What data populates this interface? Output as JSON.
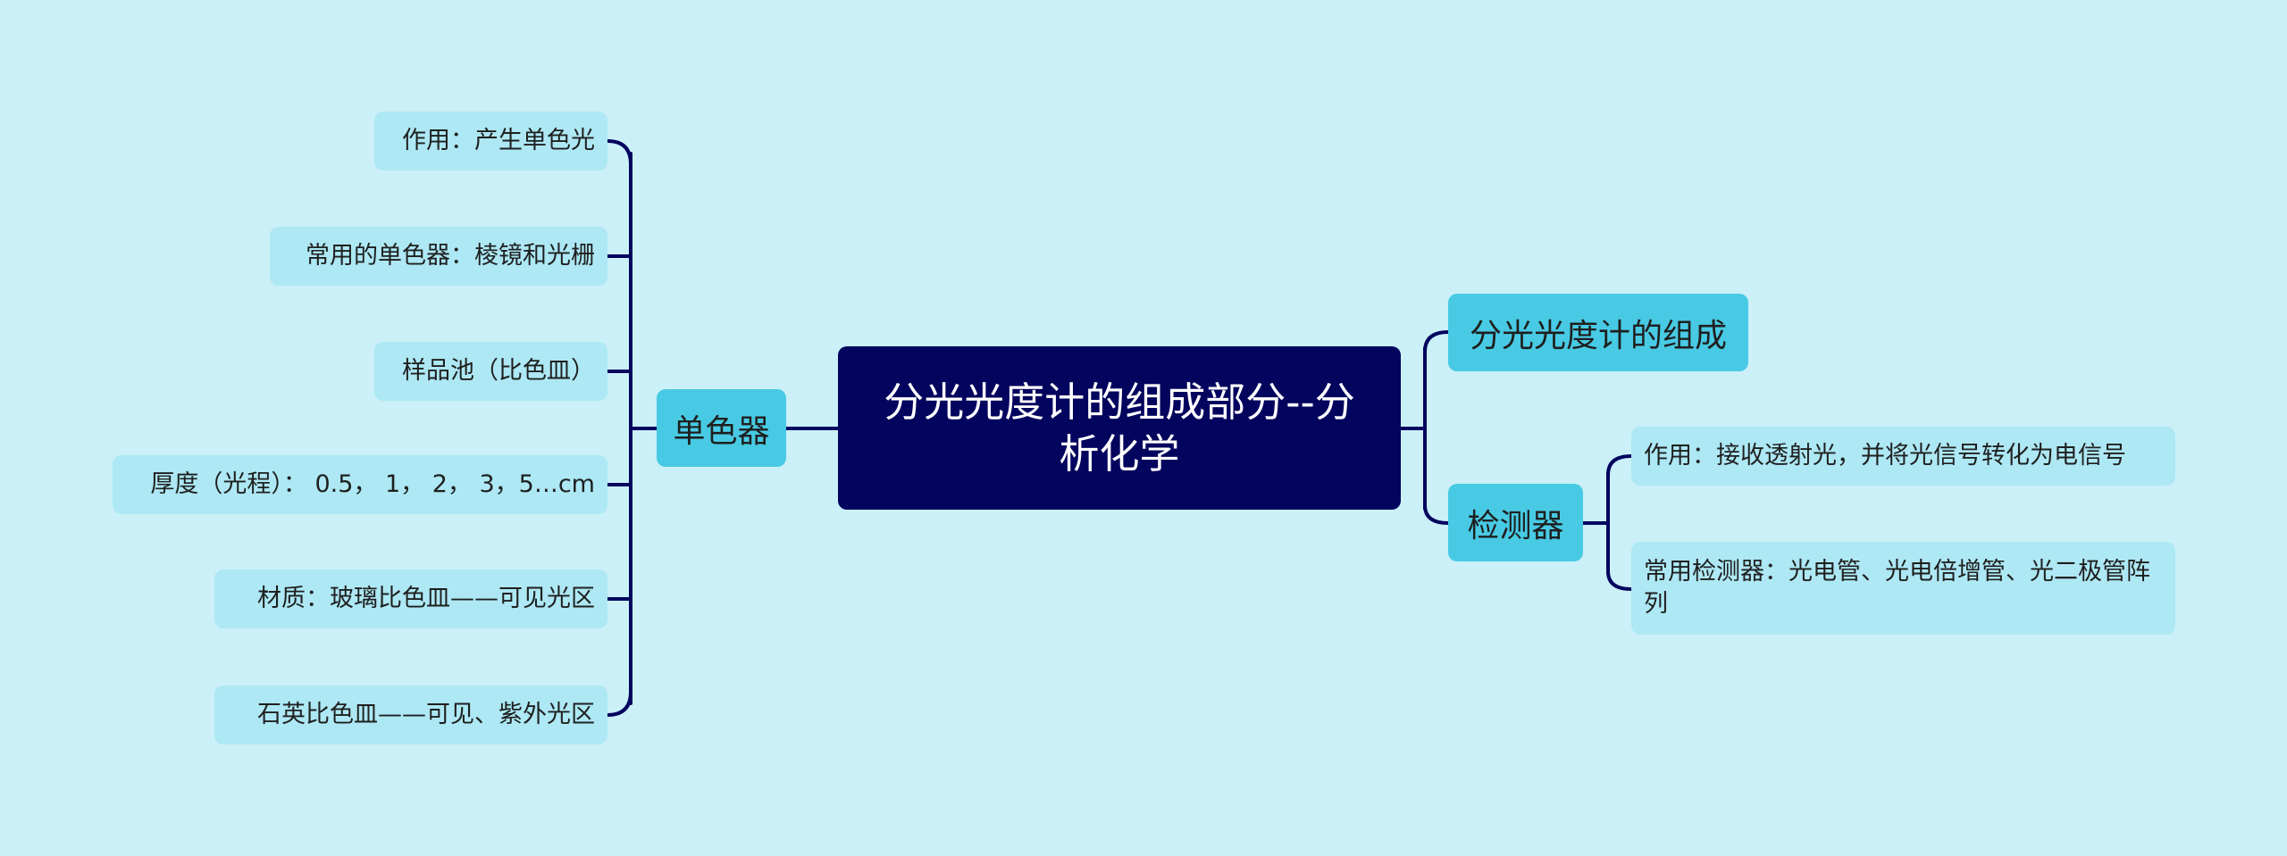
{
  "title": "分光光度计的组成部分--分析化学",
  "branches": {
    "left": {
      "label": "单色器",
      "children": [
        "作用：产生单色光",
        "常用的单色器：棱镜和光栅",
        "样品池（比色皿）",
        "厚度（光程）： 0.5， 1， 2， 3，5…cm",
        "材质：玻璃比色皿——可见光区",
        "石英比色皿——可见、紫外光区"
      ]
    },
    "right_top": {
      "label": "分光光度计的组成"
    },
    "right_bottom": {
      "label": "检测器",
      "children": [
        "作用：接收透射光，并将光信号转化为电信号",
        "常用检测器：光电管、光电倍增管、光二极管阵列"
      ]
    }
  },
  "colors": {
    "background": "#cbf0f8",
    "root": "#03045e",
    "main": "#48cae4",
    "leaf": "#ade8f4",
    "line": "#03045e"
  }
}
